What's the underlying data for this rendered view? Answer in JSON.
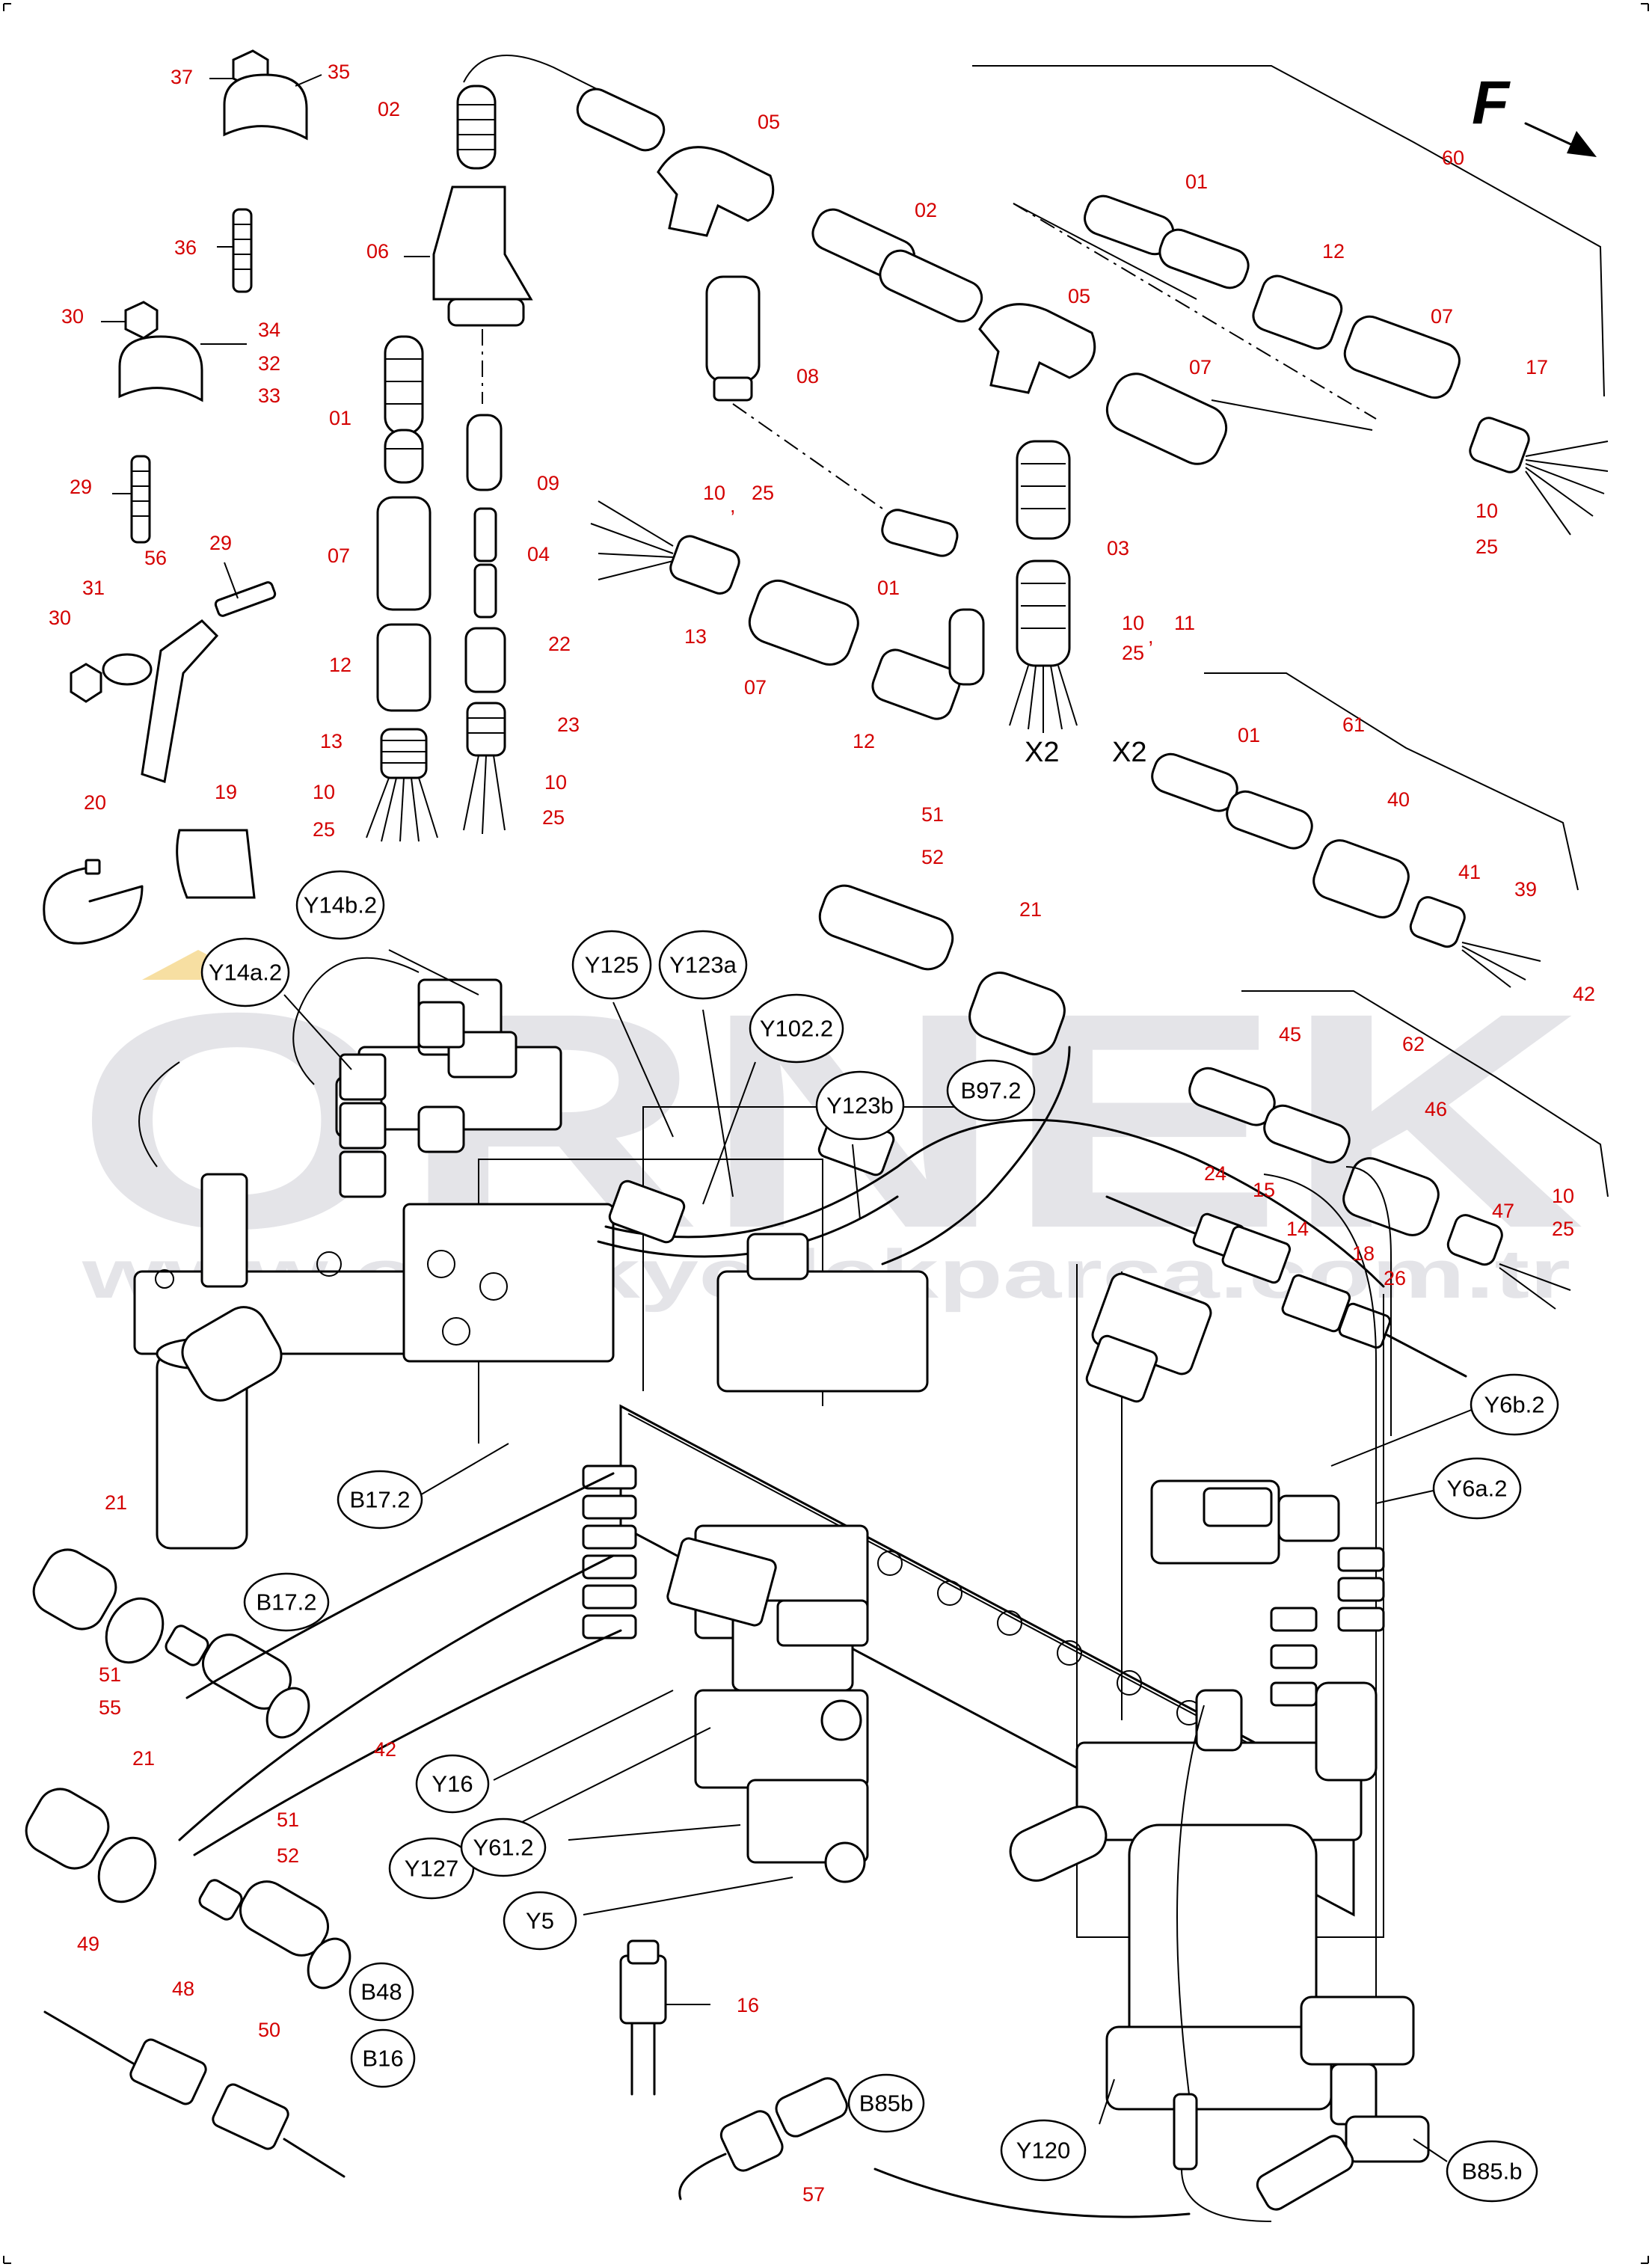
{
  "watermark": {
    "brand": "ORNEK",
    "url": "www.ornekyedekparca.com.tr"
  },
  "direction_arrow": {
    "label": "F",
    "icon": "forward-arrow-icon"
  },
  "x2_labels": [
    "X2",
    "X2"
  ],
  "part_numbers": [
    {
      "id": "p37",
      "text": "37"
    },
    {
      "id": "p35",
      "text": "35"
    },
    {
      "id": "p36",
      "text": "36"
    },
    {
      "id": "p30a",
      "text": "30"
    },
    {
      "id": "p34",
      "text": "34"
    },
    {
      "id": "p32",
      "text": "32"
    },
    {
      "id": "p33",
      "text": "33"
    },
    {
      "id": "p29a",
      "text": "29"
    },
    {
      "id": "p56",
      "text": "56"
    },
    {
      "id": "p29b",
      "text": "29"
    },
    {
      "id": "p31",
      "text": "31"
    },
    {
      "id": "p30b",
      "text": "30"
    },
    {
      "id": "p02a",
      "text": "02"
    },
    {
      "id": "p06",
      "text": "06"
    },
    {
      "id": "p01a",
      "text": "01"
    },
    {
      "id": "p07a",
      "text": "07"
    },
    {
      "id": "p12a",
      "text": "12"
    },
    {
      "id": "p13a",
      "text": "13"
    },
    {
      "id": "p10a",
      "text": "10"
    },
    {
      "id": "p25a",
      "text": "25"
    },
    {
      "id": "p09",
      "text": "09"
    },
    {
      "id": "p04",
      "text": "04"
    },
    {
      "id": "p22",
      "text": "22"
    },
    {
      "id": "p23",
      "text": "23"
    },
    {
      "id": "p10b",
      "text": "10"
    },
    {
      "id": "p25b",
      "text": "25"
    },
    {
      "id": "p05a",
      "text": "05"
    },
    {
      "id": "p02b",
      "text": "02"
    },
    {
      "id": "p08",
      "text": "08"
    },
    {
      "id": "p05b",
      "text": "05"
    },
    {
      "id": "p07b",
      "text": "07"
    },
    {
      "id": "p03",
      "text": "03"
    },
    {
      "id": "p01b",
      "text": "01"
    },
    {
      "id": "p12b",
      "text": "12"
    },
    {
      "id": "p07c",
      "text": "07"
    },
    {
      "id": "p17",
      "text": "17"
    },
    {
      "id": "p60",
      "text": "60"
    },
    {
      "id": "p10c",
      "text": "10"
    },
    {
      "id": "p25c",
      "text": "25"
    },
    {
      "id": "p10d",
      "text": "10"
    },
    {
      "id": "p25d",
      "text": "25"
    },
    {
      "id": "p13b",
      "text": "13"
    },
    {
      "id": "p07d",
      "text": "07"
    },
    {
      "id": "p12c",
      "text": "12"
    },
    {
      "id": "p01c",
      "text": "01"
    },
    {
      "id": "p10e",
      "text": "10"
    },
    {
      "id": "p11",
      "text": "11"
    },
    {
      "id": "p25e",
      "text": "25"
    },
    {
      "id": "p01d",
      "text": "01"
    },
    {
      "id": "p61",
      "text": "61"
    },
    {
      "id": "p40",
      "text": "40"
    },
    {
      "id": "p41",
      "text": "41"
    },
    {
      "id": "p39",
      "text": "39"
    },
    {
      "id": "p42a",
      "text": "42"
    },
    {
      "id": "p20",
      "text": "20"
    },
    {
      "id": "p19",
      "text": "19"
    },
    {
      "id": "p51a",
      "text": "51"
    },
    {
      "id": "p52a",
      "text": "52"
    },
    {
      "id": "p21a",
      "text": "21"
    },
    {
      "id": "p45",
      "text": "45"
    },
    {
      "id": "p62",
      "text": "62"
    },
    {
      "id": "p46",
      "text": "46"
    },
    {
      "id": "p24",
      "text": "24"
    },
    {
      "id": "p15",
      "text": "15"
    },
    {
      "id": "p14",
      "text": "14"
    },
    {
      "id": "p18",
      "text": "18"
    },
    {
      "id": "p26",
      "text": "26"
    },
    {
      "id": "p47",
      "text": "47"
    },
    {
      "id": "p10f",
      "text": "10"
    },
    {
      "id": "p25f",
      "text": "25"
    },
    {
      "id": "p21b",
      "text": "21"
    },
    {
      "id": "p51b",
      "text": "51"
    },
    {
      "id": "p55",
      "text": "55"
    },
    {
      "id": "p21c",
      "text": "21"
    },
    {
      "id": "p42b",
      "text": "42"
    },
    {
      "id": "p51c",
      "text": "51"
    },
    {
      "id": "p52b",
      "text": "52"
    },
    {
      "id": "p49",
      "text": "49"
    },
    {
      "id": "p48",
      "text": "48"
    },
    {
      "id": "p50",
      "text": "50"
    },
    {
      "id": "p16",
      "text": "16"
    },
    {
      "id": "p57",
      "text": "57"
    }
  ],
  "component_labels": [
    {
      "id": "c-y14b2",
      "text": "Y14b.2"
    },
    {
      "id": "c-y14a2",
      "text": "Y14a.2"
    },
    {
      "id": "c-y125",
      "text": "Y125"
    },
    {
      "id": "c-y123a",
      "text": "Y123a"
    },
    {
      "id": "c-y1022",
      "text": "Y102.2"
    },
    {
      "id": "c-y123b",
      "text": "Y123b"
    },
    {
      "id": "c-b972",
      "text": "B97.2"
    },
    {
      "id": "c-y6b2",
      "text": "Y6b.2"
    },
    {
      "id": "c-y6a2",
      "text": "Y6a.2"
    },
    {
      "id": "c-b172a",
      "text": "B17.2"
    },
    {
      "id": "c-b172b",
      "text": "B17.2"
    },
    {
      "id": "c-y16",
      "text": "Y16"
    },
    {
      "id": "c-y127",
      "text": "Y127"
    },
    {
      "id": "c-y612",
      "text": "Y61.2"
    },
    {
      "id": "c-y5",
      "text": "Y5"
    },
    {
      "id": "c-b48",
      "text": "B48"
    },
    {
      "id": "c-b16",
      "text": "B16"
    },
    {
      "id": "c-b85b",
      "text": "B85b"
    },
    {
      "id": "c-y120",
      "text": "Y120"
    },
    {
      "id": "c-b85b2",
      "text": "B85.b"
    }
  ]
}
